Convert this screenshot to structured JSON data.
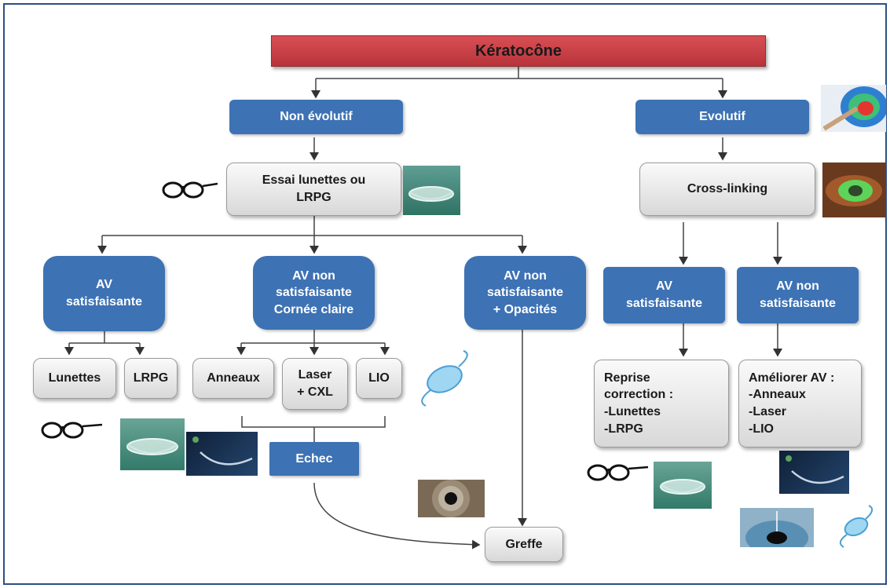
{
  "nodes": {
    "root": "Kératocône",
    "non_evolutif": "Non évolutif",
    "evolutif": "Evolutif",
    "essai": "Essai lunettes ou\nLRPG",
    "crosslinking": "Cross-linking",
    "av_sat_left": "AV\nsatisfaisante",
    "av_non_sat_claire": "AV non\nsatisfaisante\nCornée claire",
    "av_non_sat_opacites": "AV non\nsatisfaisante\n+ Opacités",
    "av_sat_right": "AV\nsatisfaisante",
    "av_non_sat_right": "AV non\nsatisfaisante",
    "lunettes": "Lunettes",
    "lrpg": "LRPG",
    "anneaux": "Anneaux",
    "laser_cxl": "Laser\n+ CXL",
    "lio": "LIO",
    "echec": "Echec",
    "greffe": "Greffe",
    "reprise": "Reprise\ncorrection :\n      -Lunettes\n      -LRPG",
    "ameliorer": "Améliorer AV :\n      -Anneaux\n      -Laser\n      -LIO"
  },
  "colors": {
    "root_red": "#c9404a",
    "node_blue": "#3d72b4",
    "node_gray": "#e6e6e6",
    "frame_border": "#2b4f84"
  },
  "illustrations": [
    "glasses-icon",
    "contact-lens-image",
    "topography-image",
    "crosslinking-eye-image",
    "intraocular-lens-icon",
    "corneal-ring-image",
    "eye-iris-image"
  ]
}
